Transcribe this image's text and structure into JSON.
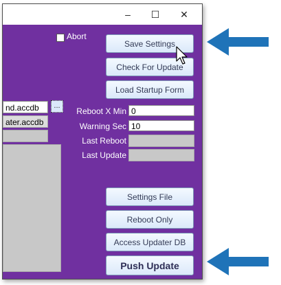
{
  "window": {
    "controls": {
      "minimize": "–",
      "maximize": "☐",
      "close": "✕"
    }
  },
  "form": {
    "abort_label": "Abort",
    "file_fields": [
      {
        "value": "nd.accdb",
        "ellipsis": "..."
      },
      {
        "value": "ater.accdb"
      }
    ],
    "fields": [
      {
        "label": "Reboot X Min",
        "value": "0"
      },
      {
        "label": "Warning Sec",
        "value": "10"
      },
      {
        "label": "Last Reboot",
        "value": ""
      },
      {
        "label": "Last Update",
        "value": ""
      }
    ],
    "buttons": {
      "save_settings": "Save Settings",
      "check_for_update": "Check For Update",
      "load_startup_form": "Load Startup Form",
      "settings_file": "Settings File",
      "reboot_only": "Reboot Only",
      "access_updater_db": "Access Updater DB",
      "push_update": "Push Update"
    }
  },
  "colors": {
    "form_background": "#7030a0",
    "button_gradient_top": "#f4f9ff",
    "button_gradient_bottom": "#dbe9fa",
    "annotation_arrow": "#1f73b8"
  },
  "icons": [
    "minimize-icon",
    "maximize-icon",
    "close-icon",
    "mouse-pointer-icon",
    "arrow-left-icon"
  ]
}
